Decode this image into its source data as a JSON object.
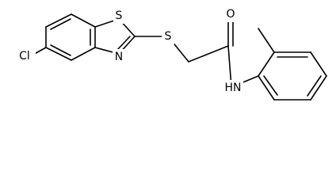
{
  "structure": {
    "atoms": {
      "cl": "Cl",
      "s_ring": "S",
      "n_ring": "N",
      "s_thio": "S",
      "o": "O",
      "nh": "HN"
    }
  }
}
